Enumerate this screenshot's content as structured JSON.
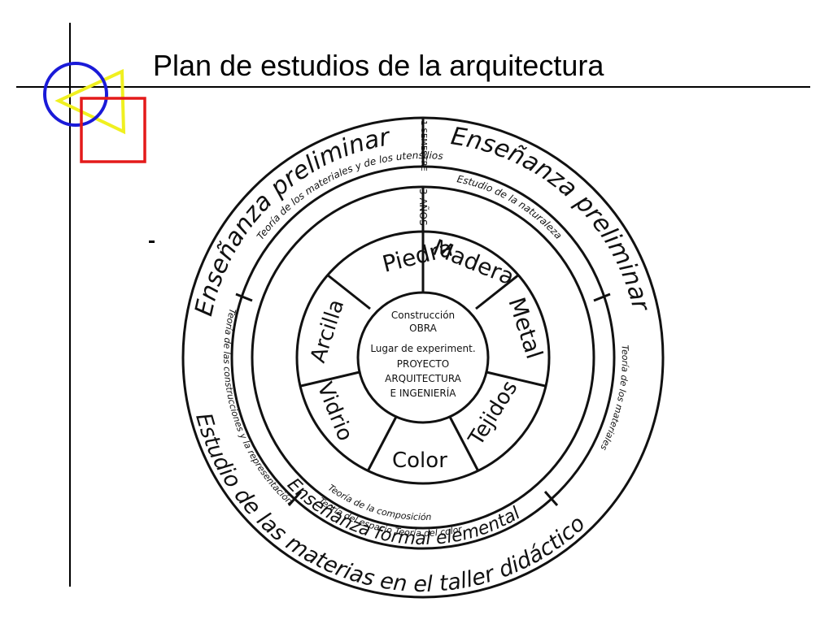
{
  "title": "Plan de estudios de la arquitectura",
  "logo": {
    "circle_color": "#1a1ad8",
    "triangle_color": "#f0f020",
    "square_color": "#e41a1a"
  },
  "diagram": {
    "outer_top_left": "Enseñanza preliminar",
    "outer_top_right": "Enseñanza preliminar",
    "outer_bottom": "Estudio de las materias en el taller didáctico",
    "duration_top": "1 SEMESTRE",
    "duration_mid": "3 AÑOS",
    "ring2_top_left": "Teoría de los materiales y de los utensilios",
    "ring2_top_right": "Estudio de la naturaleza",
    "ring2_left": "Teoría de las construcciones y la representación",
    "ring2_right": "Teoría de los materiales",
    "ring2_bottom_1": "Teoría del espacio Teoría del color",
    "ring2_bottom_2": "Teoría de la composición",
    "ring2_elemental": "Enseñanza formal elemental",
    "materials": [
      "Piedra",
      "Madera",
      "Metal",
      "Tejidos",
      "Color",
      "Vidrio",
      "Arcilla"
    ],
    "center": [
      "Construcción",
      "OBRA",
      "Lugar de experiment.",
      "PROYECTO",
      "ARQUITECTURA",
      "E INGENIERÍA"
    ]
  }
}
